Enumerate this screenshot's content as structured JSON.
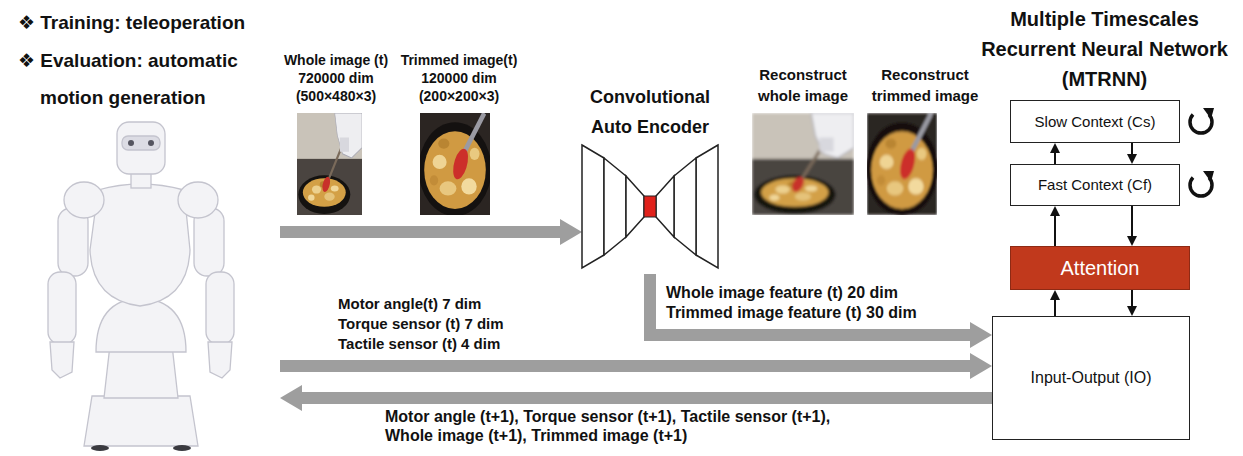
{
  "diagram": {
    "nodes": [
      {
        "text": [
          "Convolutional Auto Encoder"
        ]
      },
      {
        "text": [
          "Slow Context (Cs)"
        ]
      },
      {
        "text": [
          "Fast Context (Cf)"
        ]
      },
      {
        "text": [
          "Attention"
        ]
      },
      {
        "text": [
          "Input-Output (IO)"
        ]
      }
    ],
    "edges": [
      {
        "from": 0,
        "to": 4,
        "label": "Whole image feature (t) 20 dim Trimmed image feature (t) 30 dim",
        "arrow": "to"
      },
      {
        "from": 2,
        "to": 1,
        "arrow": "to"
      },
      {
        "from": 1,
        "to": 2,
        "arrow": "to"
      },
      {
        "from": 3,
        "to": 2,
        "arrow": "to"
      },
      {
        "from": 2,
        "to": 3,
        "arrow": "to"
      },
      {
        "from": 4,
        "to": 3,
        "arrow": "to"
      },
      {
        "from": 3,
        "to": 4,
        "arrow": "to"
      }
    ],
    "labels": [
      "❖ Training: teleoperation",
      "❖ Evaluation: automatic motion generation",
      "Whole image (t) 720000 dim (500×480×3)",
      "Trimmed image(t) 120000 dim (200×200×3)",
      "Reconstruct whole image",
      "Reconstruct trimmed image",
      "Multiple Timescales Recurrent Neural Network (MTRNN)",
      "Motor angle(t) 7 dim Torque sensor (t) 7 dim Tactile sensor (t) 4 dim",
      "Motor angle (t+1), Torque sensor (t+1), Tactile sensor (t+1), Whole image (t+1), Trimmed image (t+1)"
    ]
  }
}
